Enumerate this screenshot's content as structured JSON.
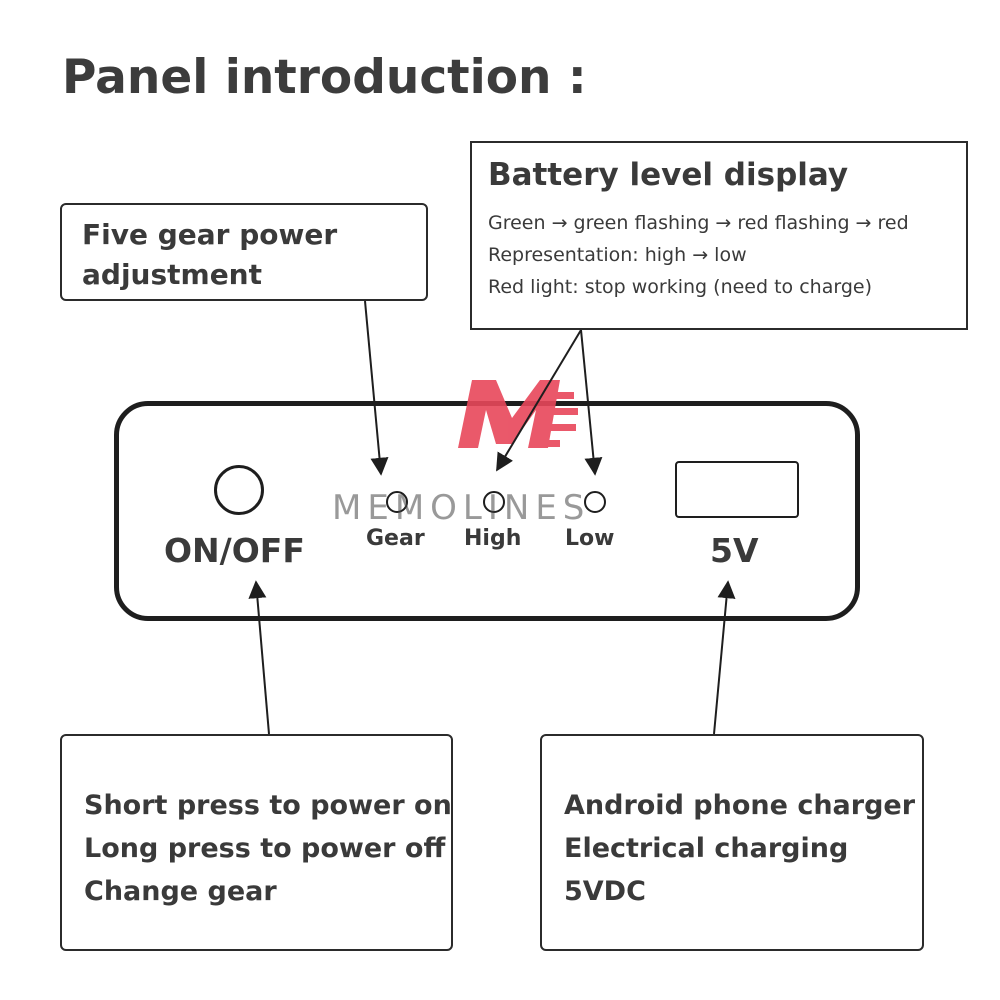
{
  "title": "Panel introduction :",
  "callouts": {
    "gear": {
      "heading_lines": [
        "Five gear power",
        "adjustment"
      ]
    },
    "battery": {
      "heading": "Battery level display",
      "lines": [
        "Green → green flashing → red flashing → red",
        "Representation: high → low",
        "Red light: stop working (need to charge)"
      ]
    },
    "onoff": {
      "lines": [
        "Short press to power on",
        "Long press to power off",
        "Change gear"
      ]
    },
    "charger": {
      "lines": [
        "Android phone charger",
        "Electrical charging",
        "5VDC"
      ]
    }
  },
  "panel": {
    "power_label": "ON/OFF",
    "indicators": [
      "Gear",
      "High",
      "Low"
    ],
    "port_label": "5V"
  },
  "watermark": {
    "text": "MEMOLINES",
    "color": "#e8475a"
  },
  "colors": {
    "outline": "#1e1e1e",
    "text": "#3a3a3a"
  }
}
